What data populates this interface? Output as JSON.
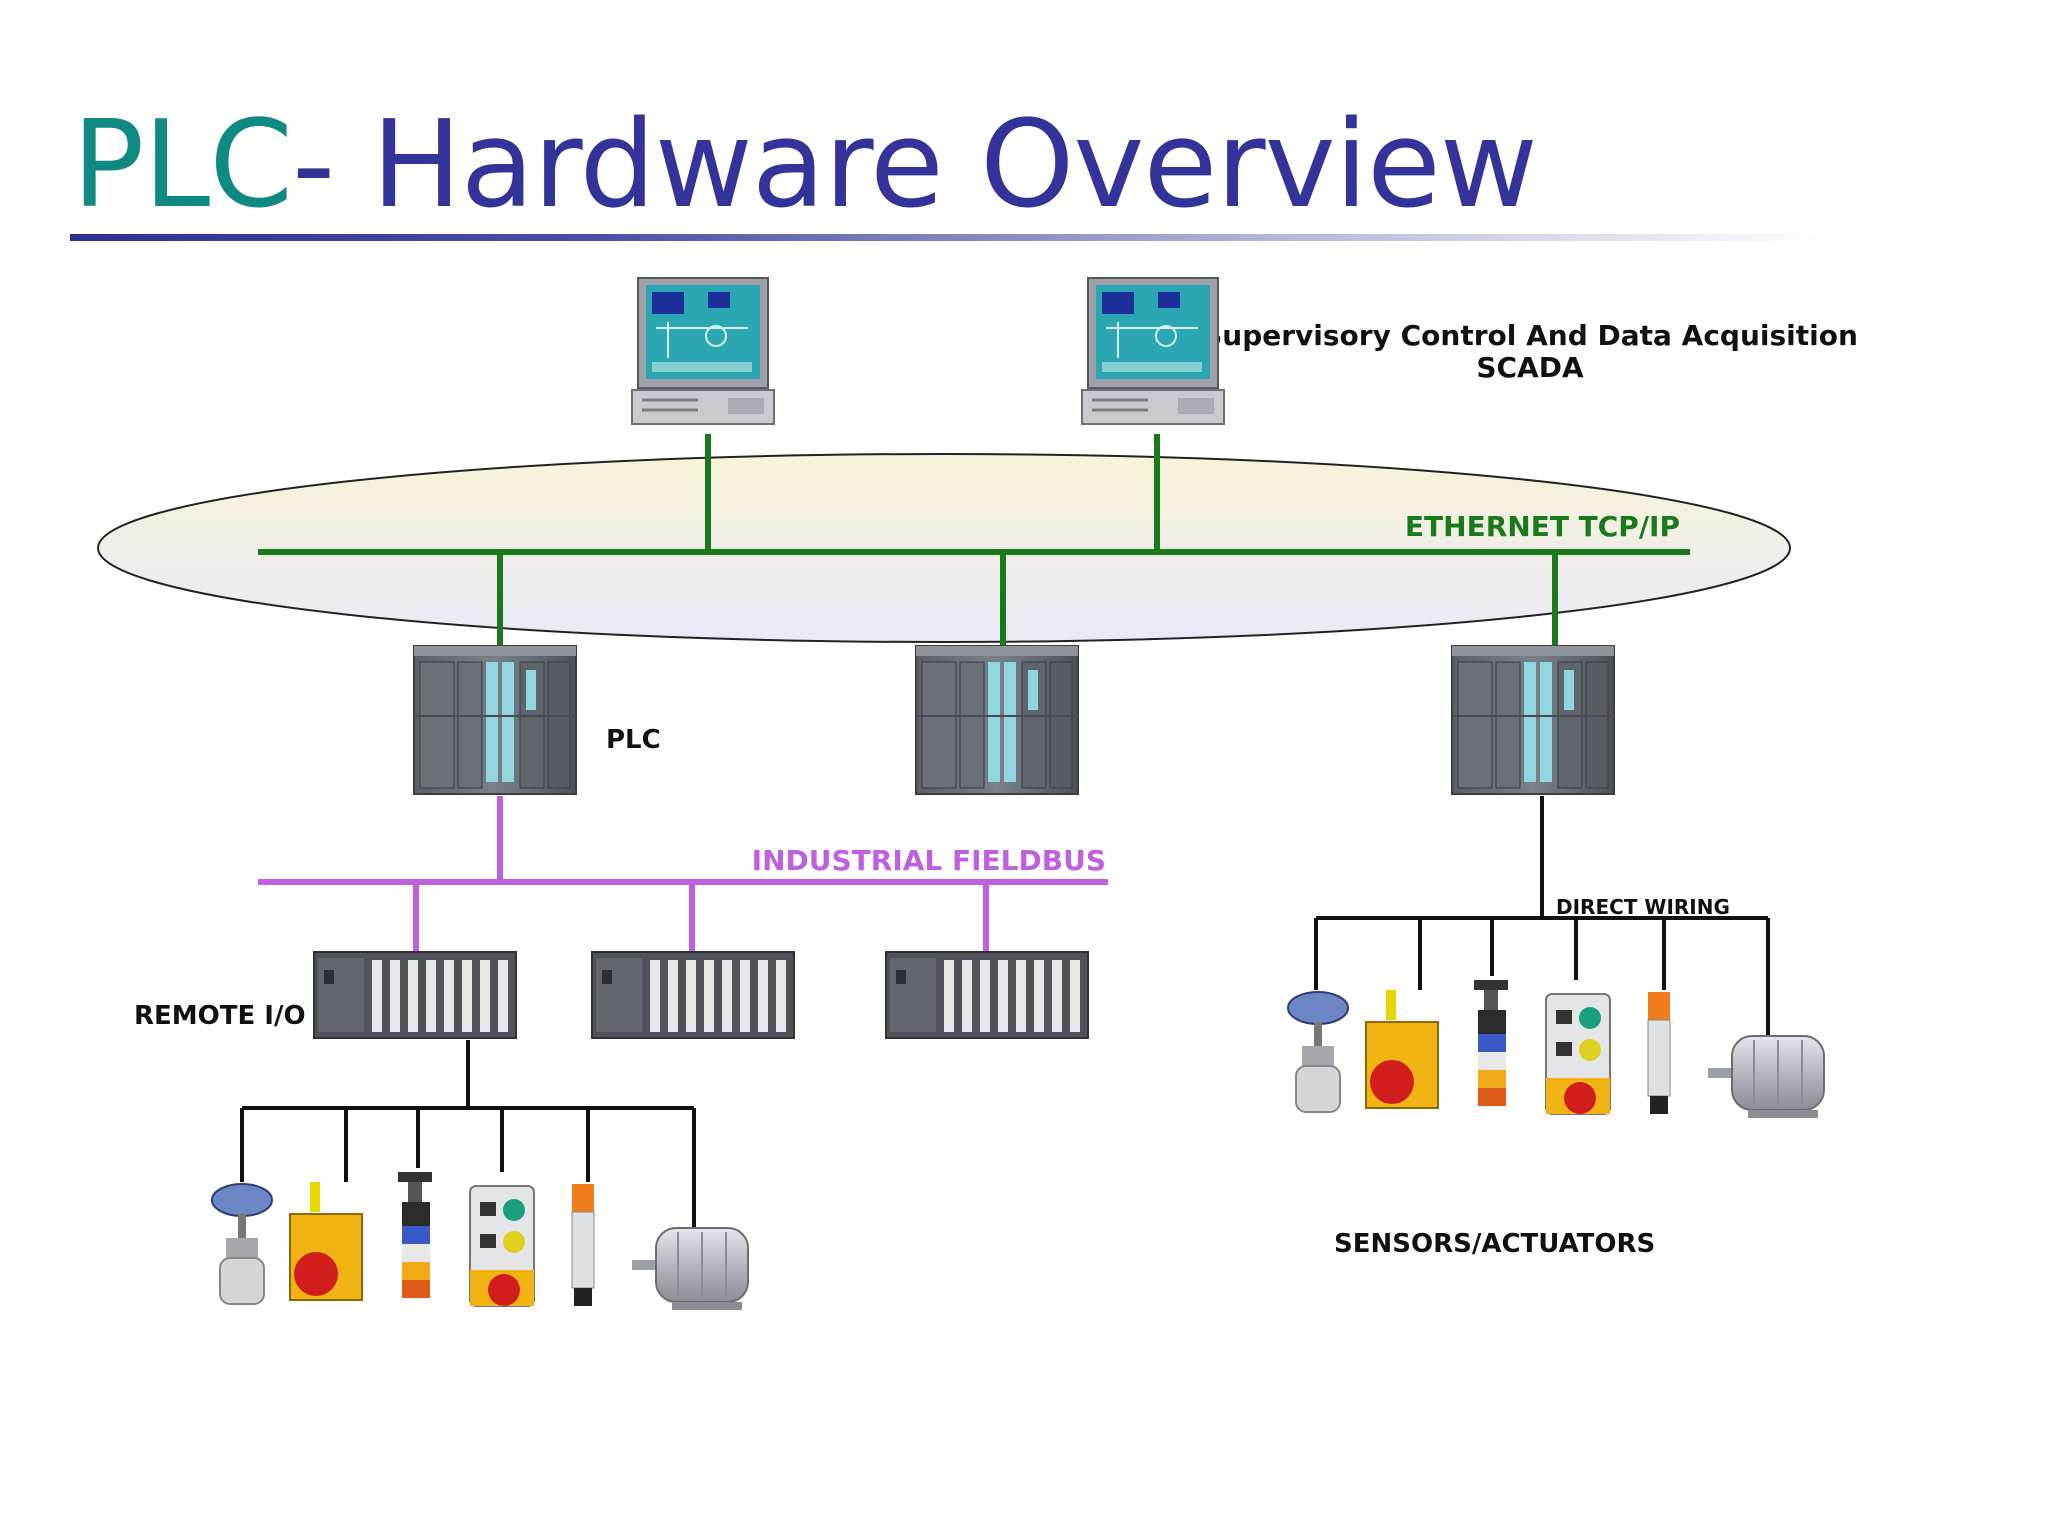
{
  "slide": {
    "title_part1": "PLC",
    "title_part2": "- Hardware Overview"
  },
  "labels": {
    "scada_line1": "Supervisory Control And Data Acquisition",
    "scada_line2": "SCADA",
    "ethernet": "ETHERNET TCP/IP",
    "plc": "PLC",
    "fieldbus": "INDUSTRIAL FIELDBUS",
    "direct_wiring": "DIRECT WIRING",
    "remote_io": "REMOTE I/O",
    "sensors_actuators": "SENSORS/ACTUATORS"
  },
  "colors": {
    "title_accent": "#0f8a80",
    "title_main": "#33339a",
    "ethernet": "#1a7a1a",
    "fieldbus": "#c060e0",
    "wiring": "#111111"
  }
}
